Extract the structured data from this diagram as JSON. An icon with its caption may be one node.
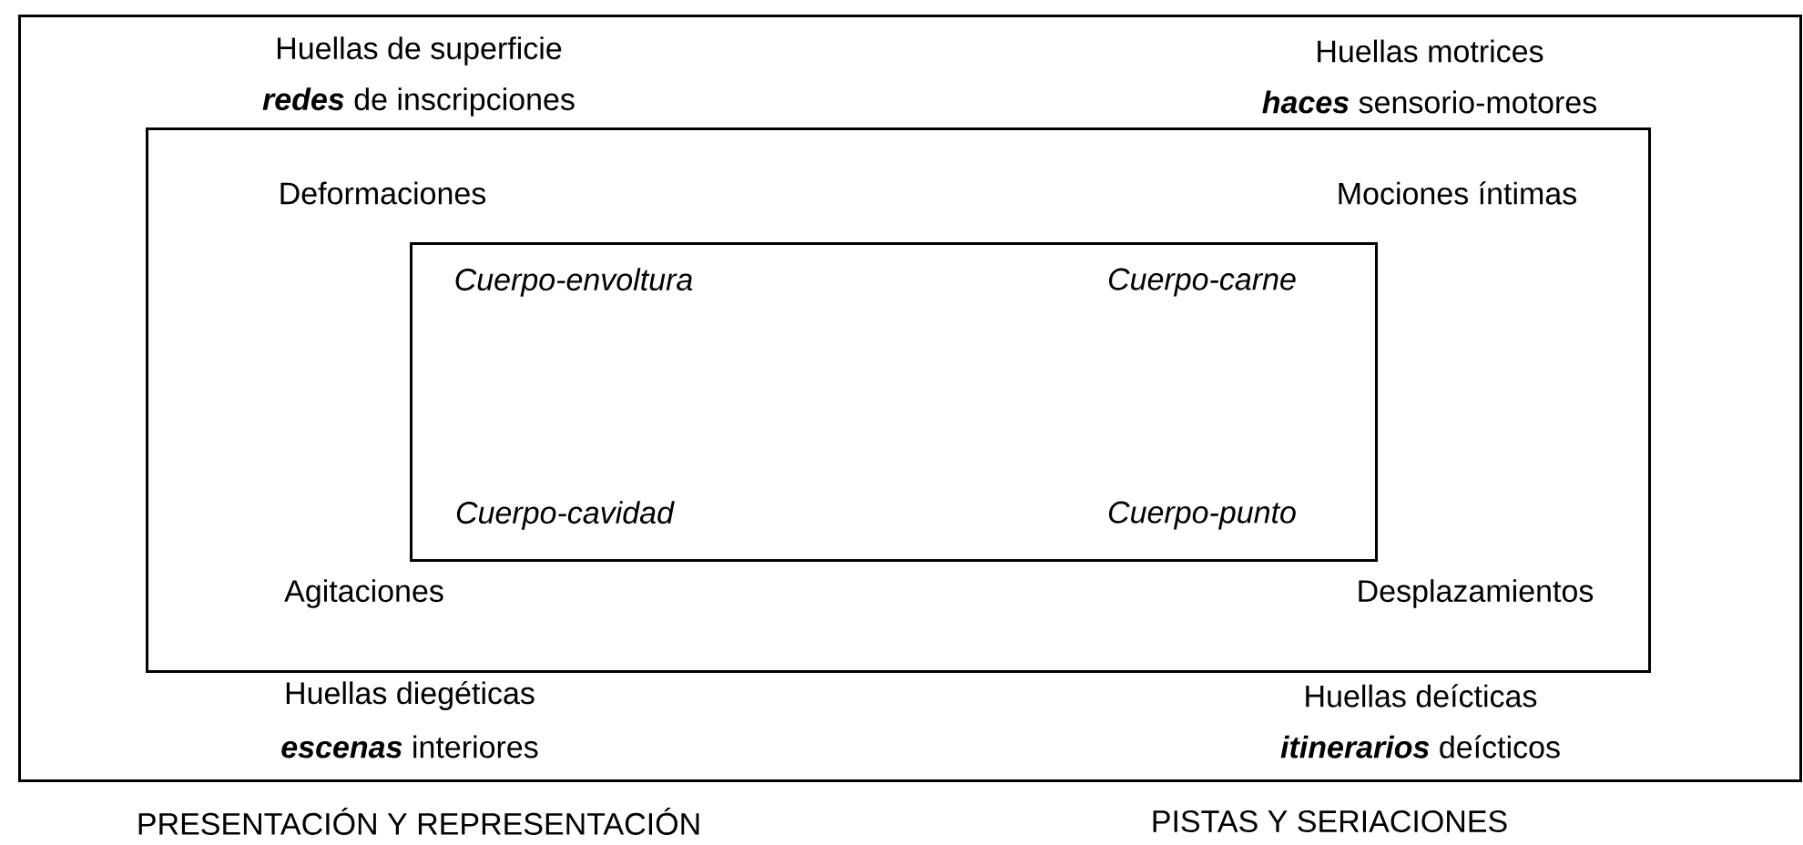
{
  "diagram": {
    "nodes": [
      {
        "text": [
          "Huellas de superficie",
          "**redes** de inscripciones",
          "Huellas motrices",
          "**haces** sensorio-motores",
          "Huellas diegéticas",
          "**escenas** interiores",
          "Huellas deícticas",
          "**itinerarios** deícticos"
        ]
      },
      {
        "text": [
          "Deformaciones",
          "Mociones íntimas",
          "Agitaciones",
          "Desplazamientos"
        ],
        "in": 0
      },
      {
        "text": [
          "Cuerpo-envoltura",
          "Cuerpo-carne",
          "Cuerpo-cavidad",
          "Cuerpo-punto"
        ],
        "in": 1
      }
    ],
    "labels": [
      "PRESENTACIÓN Y REPRESENTACIÓN",
      "PISTAS Y SERIACIONES"
    ]
  }
}
